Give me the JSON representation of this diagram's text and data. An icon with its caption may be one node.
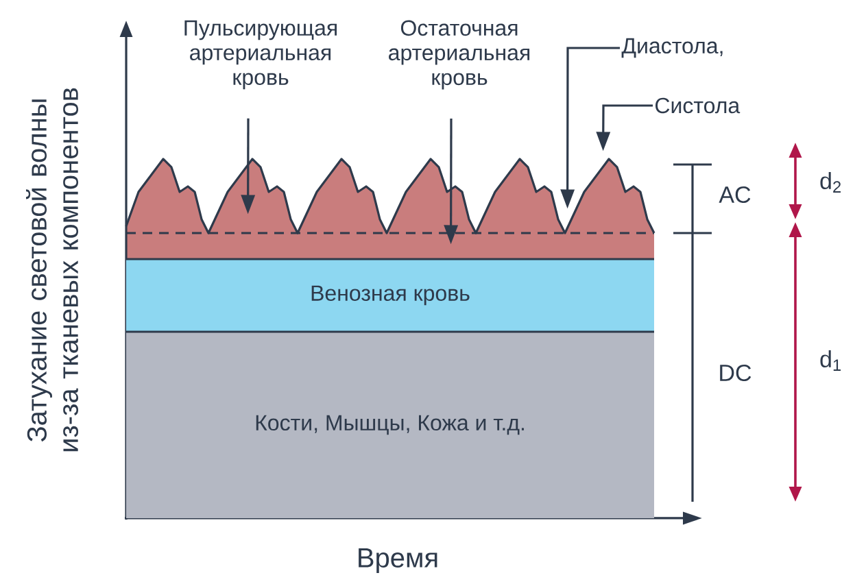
{
  "diagram": {
    "nodes": [
      {
        "text": [
          "Пульсирующая артериальная кровь"
        ]
      },
      {
        "text": [
          "Остаточная артериальная кровь"
        ]
      },
      {
        "text": [
          "Диастола,"
        ]
      },
      {
        "text": [
          "Систола"
        ]
      },
      {
        "text": [],
        "shape": "band"
      },
      {
        "text": [
          "Венозная кровь"
        ]
      },
      {
        "text": [
          "Кости, Мышцы, Кожа и т.д."
        ]
      }
    ],
    "edges": [
      {
        "from": 0,
        "to": 4,
        "arrow": "to"
      },
      {
        "from": 1,
        "to": 4,
        "arrow": "to"
      },
      {
        "from": 2,
        "to": 4,
        "arrow": "to"
      },
      {
        "from": 3,
        "to": 4,
        "arrow": "to"
      }
    ],
    "labels": [
      "Затухание световой волны из-за тканевых компонентов",
      "AC",
      "DC",
      "d$_{2}$",
      "d$_{1}$",
      "Время"
    ]
  }
}
